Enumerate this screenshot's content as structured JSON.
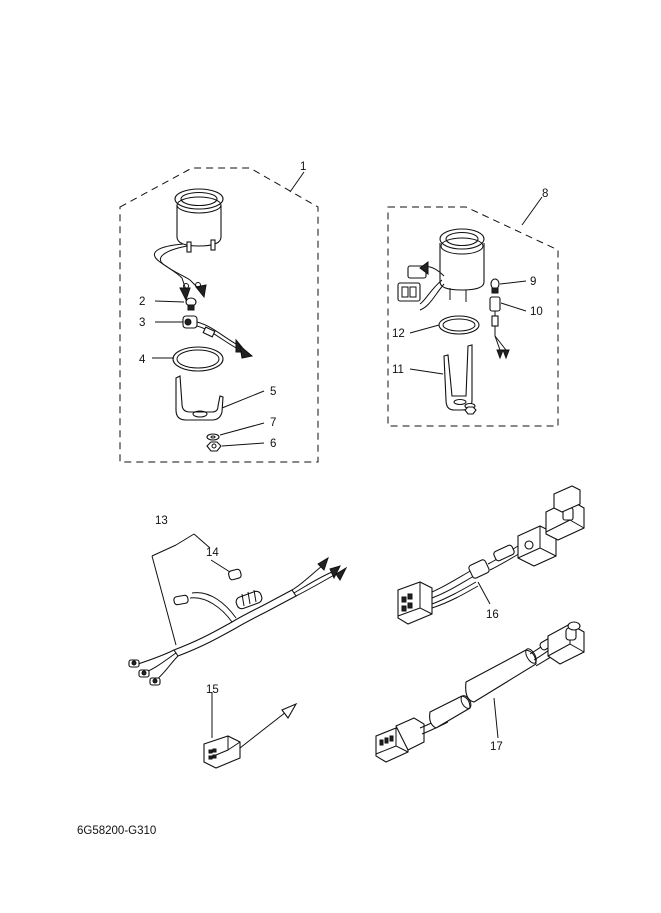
{
  "callouts": {
    "c1": "1",
    "c2": "2",
    "c3": "3",
    "c4": "4",
    "c5": "5",
    "c6": "6",
    "c7": "7",
    "c8": "8",
    "c9": "9",
    "c10": "10",
    "c11": "11",
    "c12": "12",
    "c13": "13",
    "c14": "14",
    "c15": "15",
    "c16": "16",
    "c17": "17"
  },
  "diagram_code": "6G58200-G310",
  "colors": {
    "line": "#111111",
    "background": "#ffffff"
  }
}
